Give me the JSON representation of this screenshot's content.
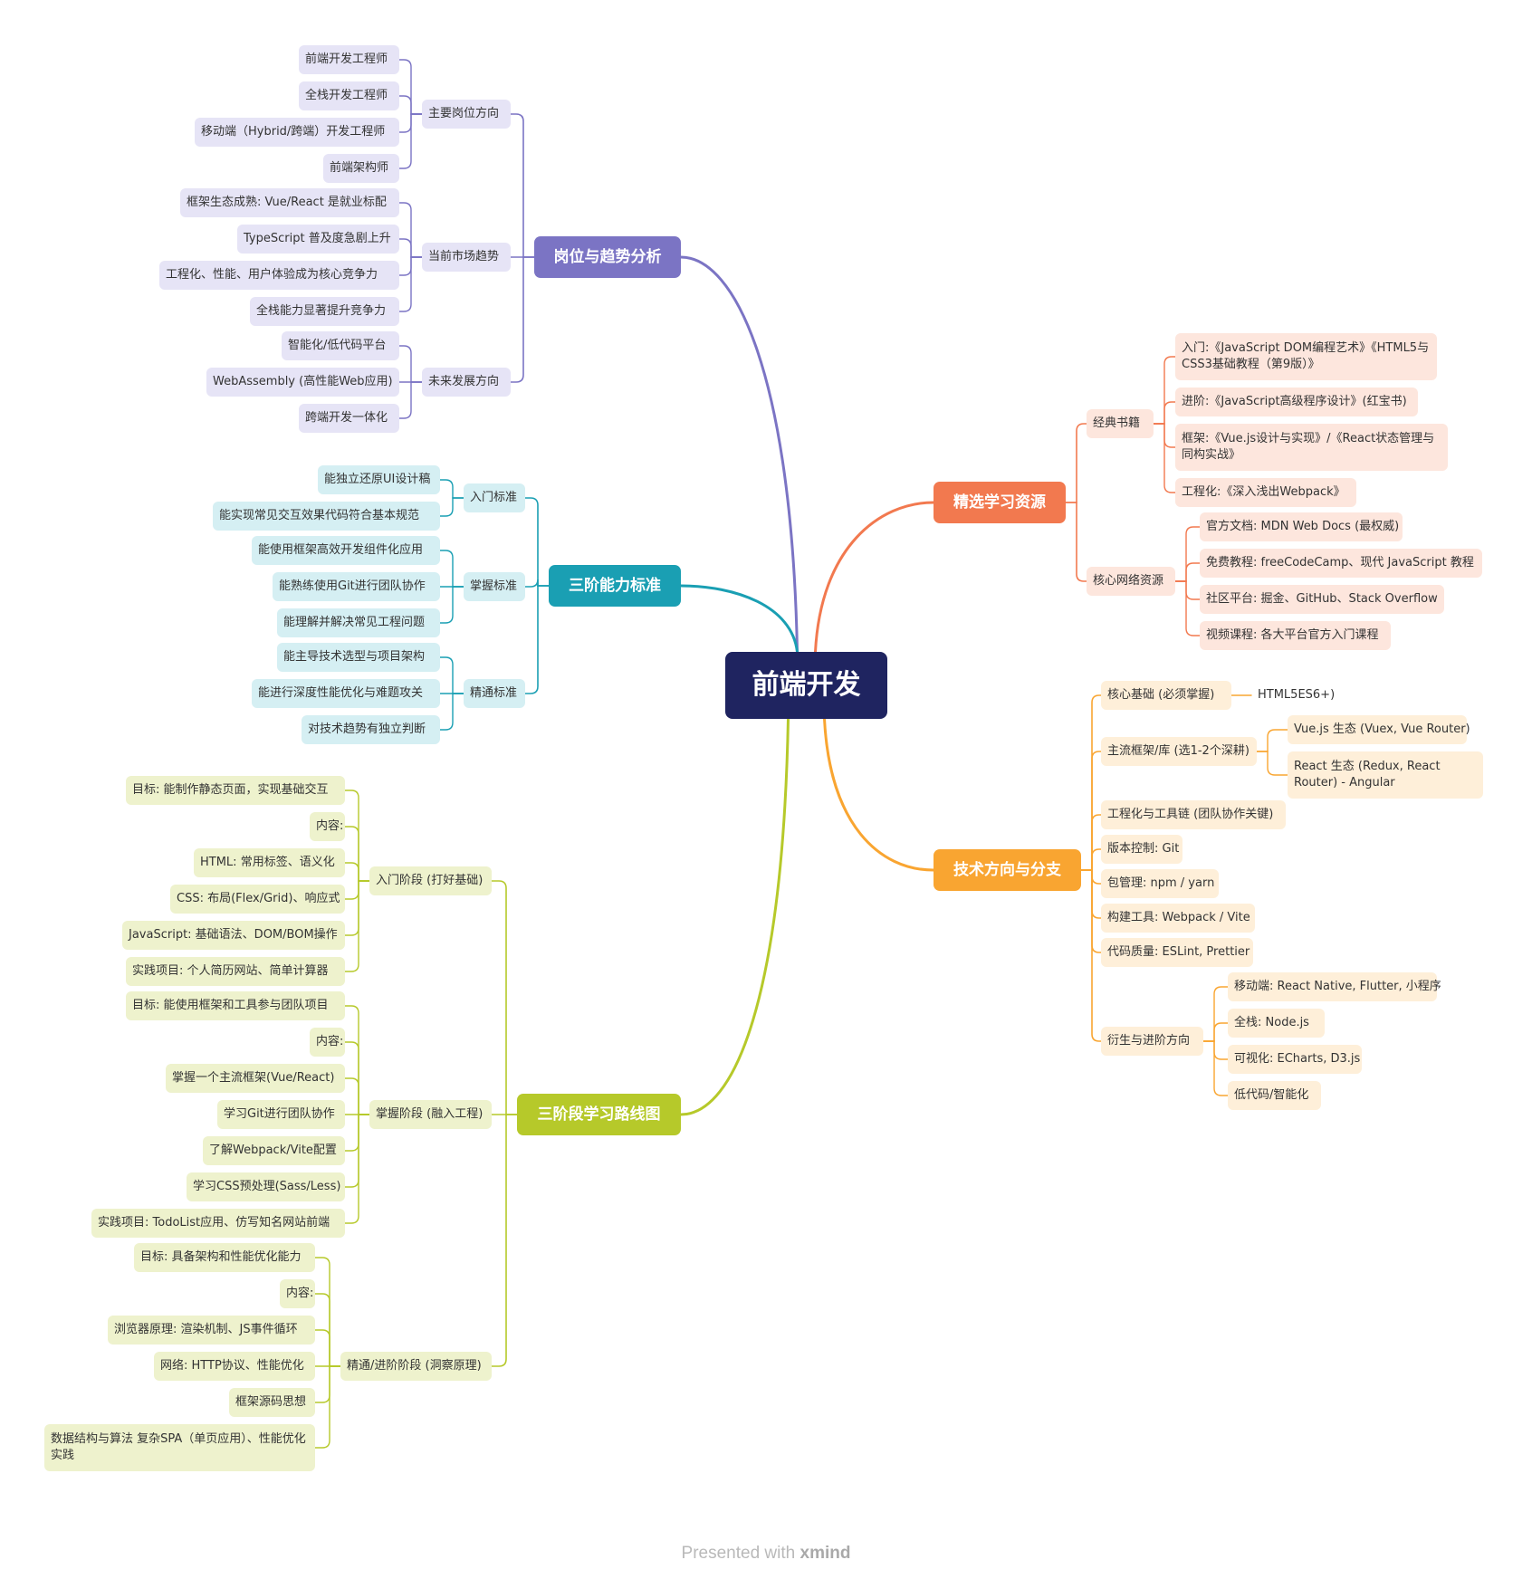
{
  "root": "前端开发",
  "footer": {
    "prefix": "Presented with",
    "brand": "xmind"
  },
  "colors": {
    "purple": "#7b74c4",
    "teal": "#1a9fb3",
    "lime": "#b6c92a",
    "orange_red": "#f2794f",
    "orange": "#f9a531",
    "root": "#1f2460"
  },
  "branches": {
    "positions": {
      "title": "岗位与趋势分析",
      "groups": [
        {
          "label": "主要岗位方向",
          "items": [
            "前端开发工程师",
            "全栈开发工程师",
            "移动端（Hybrid/跨端）开发工程师",
            "前端架构师"
          ]
        },
        {
          "label": "当前市场趋势",
          "items": [
            "框架生态成熟: Vue/React 是就业标配",
            "TypeScript 普及度急剧上升",
            "工程化、性能、用户体验成为核心竞争力",
            "全栈能力显著提升竞争力"
          ]
        },
        {
          "label": "未来发展方向",
          "items": [
            "智能化/低代码平台",
            "WebAssembly (高性能Web应用)",
            "跨端开发一体化"
          ]
        }
      ]
    },
    "abilities": {
      "title": "三阶能力标准",
      "groups": [
        {
          "label": "入门标准",
          "items": [
            "能独立还原UI设计稿",
            "能实现常见交互效果代码符合基本规范"
          ]
        },
        {
          "label": "掌握标准",
          "items": [
            "能使用框架高效开发组件化应用",
            "能熟练使用Git进行团队协作",
            "能理解并解决常见工程问题"
          ]
        },
        {
          "label": "精通标准",
          "items": [
            "能主导技术选型与项目架构",
            "能进行深度性能优化与难题攻关",
            "对技术趋势有独立判断"
          ]
        }
      ]
    },
    "roadmap": {
      "title": "三阶段学习路线图",
      "groups": [
        {
          "label": "入门阶段 (打好基础)",
          "items": [
            "目标: 能制作静态页面，实现基础交互",
            "内容:",
            "HTML: 常用标签、语义化",
            "CSS: 布局(Flex/Grid)、响应式",
            "JavaScript: 基础语法、DOM/BOM操作",
            "实践项目: 个人简历网站、简单计算器"
          ]
        },
        {
          "label": "掌握阶段 (融入工程)",
          "items": [
            "目标: 能使用框架和工具参与团队项目",
            "内容:",
            "掌握一个主流框架(Vue/React)",
            "学习Git进行团队协作",
            "了解Webpack/Vite配置",
            "学习CSS预处理(Sass/Less)",
            "实践项目: TodoList应用、仿写知名网站前端"
          ]
        },
        {
          "label": "精通/进阶阶段 (洞察原理)",
          "items": [
            "目标: 具备架构和性能优化能力",
            "内容:",
            "浏览器原理: 渲染机制、JS事件循环",
            "网络: HTTP协议、性能优化",
            "框架源码思想",
            "数据结构与算法 复杂SPA（单页应用）、性能优化实践"
          ]
        }
      ]
    },
    "resources": {
      "title": "精选学习资源",
      "groups": [
        {
          "label": "经典书籍",
          "items": [
            "入门:《JavaScript DOM编程艺术》《HTML5与CSS3基础教程（第9版）》",
            "进阶:《JavaScript高级程序设计》(红宝书)",
            "框架:《Vue.js设计与实现》/《React状态管理与同构实战》",
            "工程化:《深入浅出Webpack》"
          ]
        },
        {
          "label": "核心网络资源",
          "items": [
            "官方文档: MDN Web Docs (最权威)",
            "免费教程: freeCodeCamp、现代 JavaScript 教程",
            "社区平台: 掘金、GitHub、Stack Overflow",
            "视频课程: 各大平台官方入门课程"
          ]
        }
      ]
    },
    "tech": {
      "title": "技术方向与分支",
      "groups": [
        {
          "label": "核心基础 (必须掌握)",
          "items": [
            "HTML5ES6+)"
          ]
        },
        {
          "label": "主流框架/库 (选1-2个深耕)",
          "items": [
            "Vue.js 生态 (Vuex, Vue Router)",
            "React 生态 (Redux, React Router) - Angular"
          ]
        },
        {
          "label": "工程化与工具链 (团队协作关键)",
          "items": []
        },
        {
          "label": "版本控制: Git",
          "items": []
        },
        {
          "label": "包管理: npm / yarn",
          "items": []
        },
        {
          "label": "构建工具: Webpack / Vite",
          "items": []
        },
        {
          "label": "代码质量: ESLint, Prettier",
          "items": []
        },
        {
          "label": "衍生与进阶方向",
          "items": [
            "移动端: React Native, Flutter, 小程序",
            "全栈: Node.js",
            "可视化: ECharts, D3.js",
            "低代码/智能化"
          ]
        }
      ]
    }
  }
}
